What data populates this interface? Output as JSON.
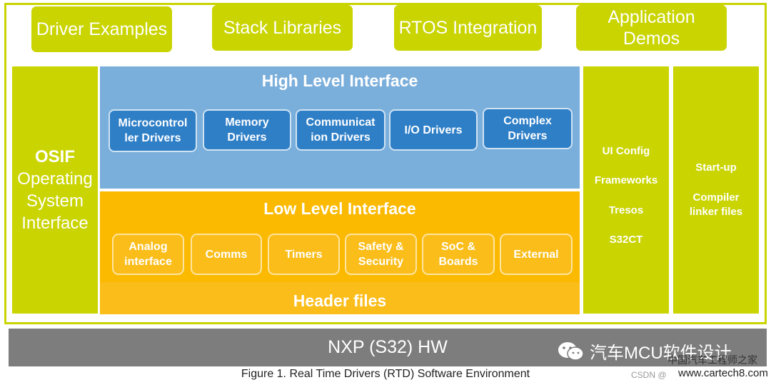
{
  "top_boxes": [
    "Driver Examples",
    "Stack Libraries",
    "RTOS Integration",
    "Application\nDemos"
  ],
  "osif": {
    "title": "OSIF",
    "subtitle": "Operating\nSystem\nInterface"
  },
  "high_level": {
    "title": "High Level Interface",
    "boxes": [
      "Microcontrol\nler Drivers",
      "Memory\nDrivers",
      "Communicat\nion Drivers",
      "I/O Drivers",
      "Complex\nDrivers"
    ]
  },
  "low_level": {
    "title": "Low Level Interface",
    "boxes": [
      "Analog\ninterface",
      "Comms",
      "Timers",
      "Safety &\nSecurity",
      "SoC &\nBoards",
      "External"
    ],
    "footer": "Header files"
  },
  "right_col_1": [
    "UI Config",
    "Frameworks",
    "Tresos",
    "S32CT"
  ],
  "right_col_2": [
    "Start-up",
    "Compiler\nlinker files"
  ],
  "hw_bar": "NXP (S32) HW",
  "caption": "Figure 1. Real Time Drivers (RTD) Software Environment",
  "watermark": {
    "main": "汽车MCU软件设计",
    "site_cn": "中国汽车工程师之家",
    "site_url": "www.cartech8.com",
    "csdn": "CSDN @"
  },
  "colors": {
    "lime": "#c9d400",
    "blue_panel": "#7aaedb",
    "blue_box": "#2f7fc7",
    "orange": "#fbb900",
    "gray": "#7d7d7d"
  }
}
